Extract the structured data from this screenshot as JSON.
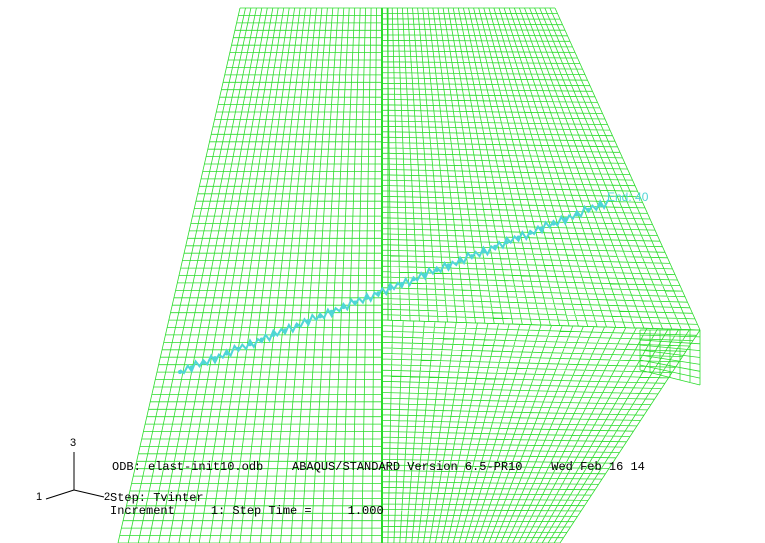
{
  "viewport": {
    "background": "#ffffff",
    "mesh_color": "#2ddc2d",
    "path_color": "#4fd6d6"
  },
  "path": {
    "end_label": "End: 40"
  },
  "triad": {
    "axis_1": "1",
    "axis_2": "2",
    "axis_3": "3"
  },
  "info": {
    "odb_line": "ODB: elast-init10.odb    ABAQUS/STANDARD Version 6.5-PR10    Wed Feb 16 14",
    "step_line": "Step: Tvinter",
    "increment_line": "Increment     1: Step Time =     1.000"
  }
}
